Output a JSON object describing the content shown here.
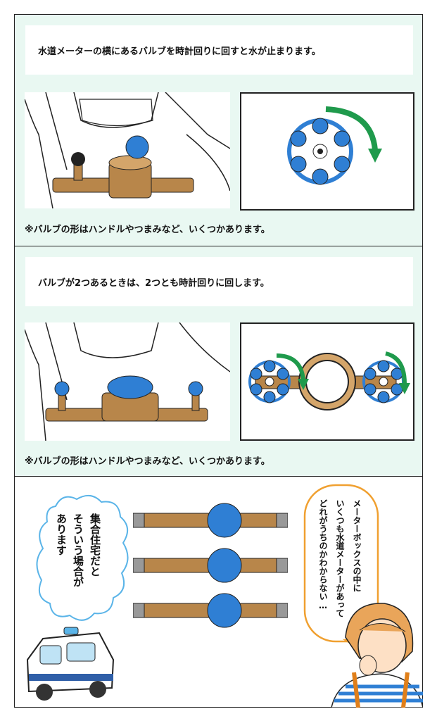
{
  "panel1": {
    "caption": "水道メーターの横にあるバルブを時計回りに回すと水が止まります。",
    "note": "※バルブの形はハンドルやつまみなど、いくつかあります。"
  },
  "panel2": {
    "caption": "バルブが2つあるときは、2つとも時計回りに回します。",
    "note": "※バルブの形はハンドルやつまみなど、いくつかあります。"
  },
  "panel3": {
    "left_bubble": [
      "集合住宅だと",
      "そういう場合が",
      "あります"
    ],
    "right_bubble": [
      "メーターボックスの中に",
      "いくつも水道メーターがあって",
      "どれがうちのかわからない…"
    ]
  },
  "colors": {
    "panel_bg": "#e9f8f2",
    "valve_blue": "#2f7fd4",
    "arrow_green": "#1f9a4c",
    "brass": "#b8864a",
    "bubble_border_blue": "#5ab4e8",
    "bubble_border_orange": "#f0a030"
  }
}
